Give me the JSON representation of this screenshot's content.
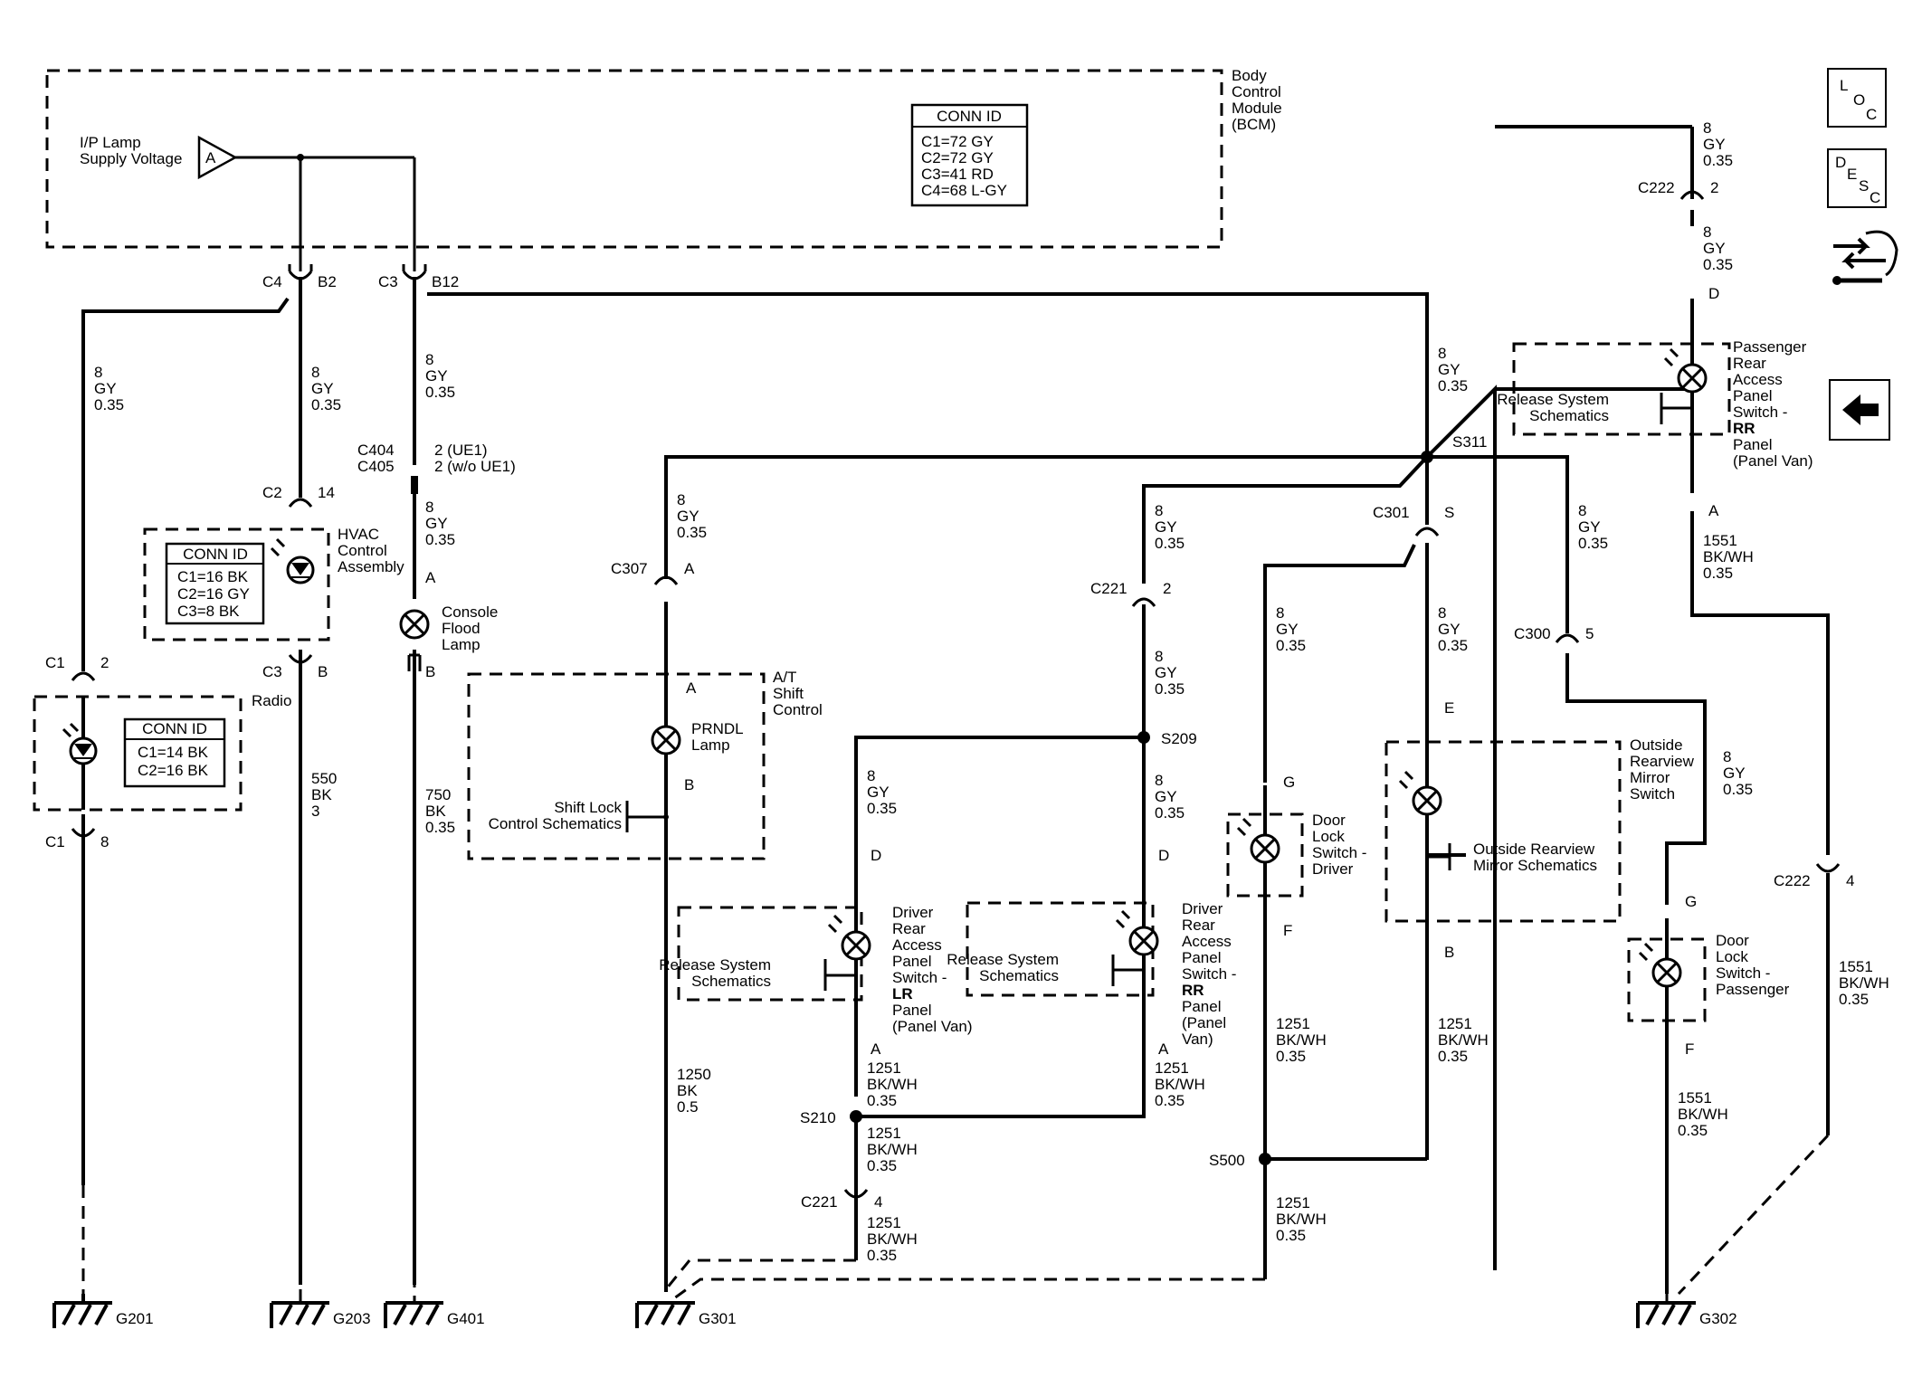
{
  "modules": {
    "bcm": [
      "Body",
      "Control",
      "Module",
      "(BCM)"
    ],
    "bcm_conn": {
      "title": "CONN ID",
      "rows": [
        "C1=72 GY",
        "C2=72 GY",
        "C3=41 RD",
        "C4=68 L-GY"
      ]
    },
    "lamp_supply": [
      "I/P Lamp",
      "Supply Voltage"
    ],
    "lamp_supply_pin": "A",
    "hvac": [
      "HVAC",
      "Control",
      "Assembly"
    ],
    "hvac_conn": {
      "title": "CONN ID",
      "rows": [
        "C1=16 BK",
        "C2=16 GY",
        "C3=8 BK"
      ]
    },
    "radio": "Radio",
    "radio_conn": {
      "title": "CONN ID",
      "rows": [
        "C1=14 BK",
        "C2=16 BK"
      ]
    },
    "console_lamp": [
      "Console",
      "Flood",
      "Lamp"
    ],
    "at_shift": [
      "A/T",
      "Shift",
      "Control"
    ],
    "prndl": [
      "PRNDL",
      "Lamp"
    ],
    "shift_lock": [
      "Shift Lock",
      "Control Schematics"
    ],
    "release_1": [
      "Release System",
      "Schematics"
    ],
    "release_2": [
      "Release System",
      "Schematics"
    ],
    "release_3": [
      "Release System",
      "Schematics"
    ],
    "driver_lr": [
      "Driver",
      "Rear",
      "Access",
      "Panel",
      "Switch -",
      "LR",
      "Panel",
      "(Panel Van)"
    ],
    "driver_rr": [
      "Driver",
      "Rear",
      "Access",
      "Panel",
      "Switch -",
      "RR",
      "Panel",
      "(Panel",
      "Van)"
    ],
    "passenger_rr": [
      "Passenger",
      "Rear",
      "Access",
      "Panel",
      "Switch -",
      "RR",
      "Panel",
      "(Panel Van)"
    ],
    "door_lock_driver": [
      "Door",
      "Lock",
      "Switch -",
      "Driver"
    ],
    "door_lock_passenger": [
      "Door",
      "Lock",
      "Switch -",
      "Passenger"
    ],
    "mirror_switch": [
      "Outside",
      "Rearview",
      "Mirror",
      "Switch"
    ],
    "mirror_schem": [
      "Outside Rearview",
      "Mirror Schematics"
    ]
  },
  "connectors": {
    "c4": "C4",
    "b2": "B2",
    "c3": "C3",
    "b12": "B12",
    "c404": "C404",
    "c405": "C405",
    "c404_pin": "2 (UE1)",
    "c405_pin": "2 (w/o UE1)",
    "c2": "C2",
    "c2_pin": "14",
    "hvac_c3": "C3",
    "hvac_c3_pin": "B",
    "radio_c1": "C1",
    "radio_c1_pin": "2",
    "radio_c1b": "C1",
    "radio_c1b_pin": "8",
    "console_a": "A",
    "console_b": "B",
    "c307": "C307",
    "c307_pin": "A",
    "prndl_a": "A",
    "prndl_b": "B",
    "c221": "C221",
    "c221_pin": "2",
    "c221b": "C221",
    "c221b_pin": "4",
    "lr_d": "D",
    "lr_a": "A",
    "rr_d": "D",
    "rr_a": "A",
    "c301": "C301",
    "c301_pin": "S",
    "dld_g": "G",
    "dld_f": "F",
    "mir_e": "E",
    "mir_b": "B",
    "c300": "C300",
    "c300_pin": "5",
    "dlp_g": "G",
    "dlp_f": "F",
    "c222": "C222",
    "c222_pin": "2",
    "prr_d": "D",
    "prr_a": "A",
    "c222b": "C222",
    "c222b_pin": "4"
  },
  "splices": {
    "s311": "S311",
    "s209": "S209",
    "s210": "S210",
    "s500": "S500"
  },
  "grounds": {
    "g201": "G201",
    "g203": "G203",
    "g401": "G401",
    "g301": "G301",
    "g302": "G302"
  },
  "circuits": {
    "gy8": [
      "8",
      "GY",
      "0.35"
    ],
    "bk550": [
      "550",
      "BK",
      "3"
    ],
    "bk750": [
      "750",
      "BK",
      "0.35"
    ],
    "bk1250": [
      "1250",
      "BK",
      "0.5"
    ],
    "bkwh1251": [
      "1251",
      "BK/WH",
      "0.35"
    ],
    "bkwh1551": [
      "1551",
      "BK/WH",
      "0.35"
    ]
  },
  "nav": {
    "loc": [
      "L",
      "O",
      "C"
    ],
    "desc": [
      "D",
      "E",
      "S",
      "C"
    ]
  }
}
